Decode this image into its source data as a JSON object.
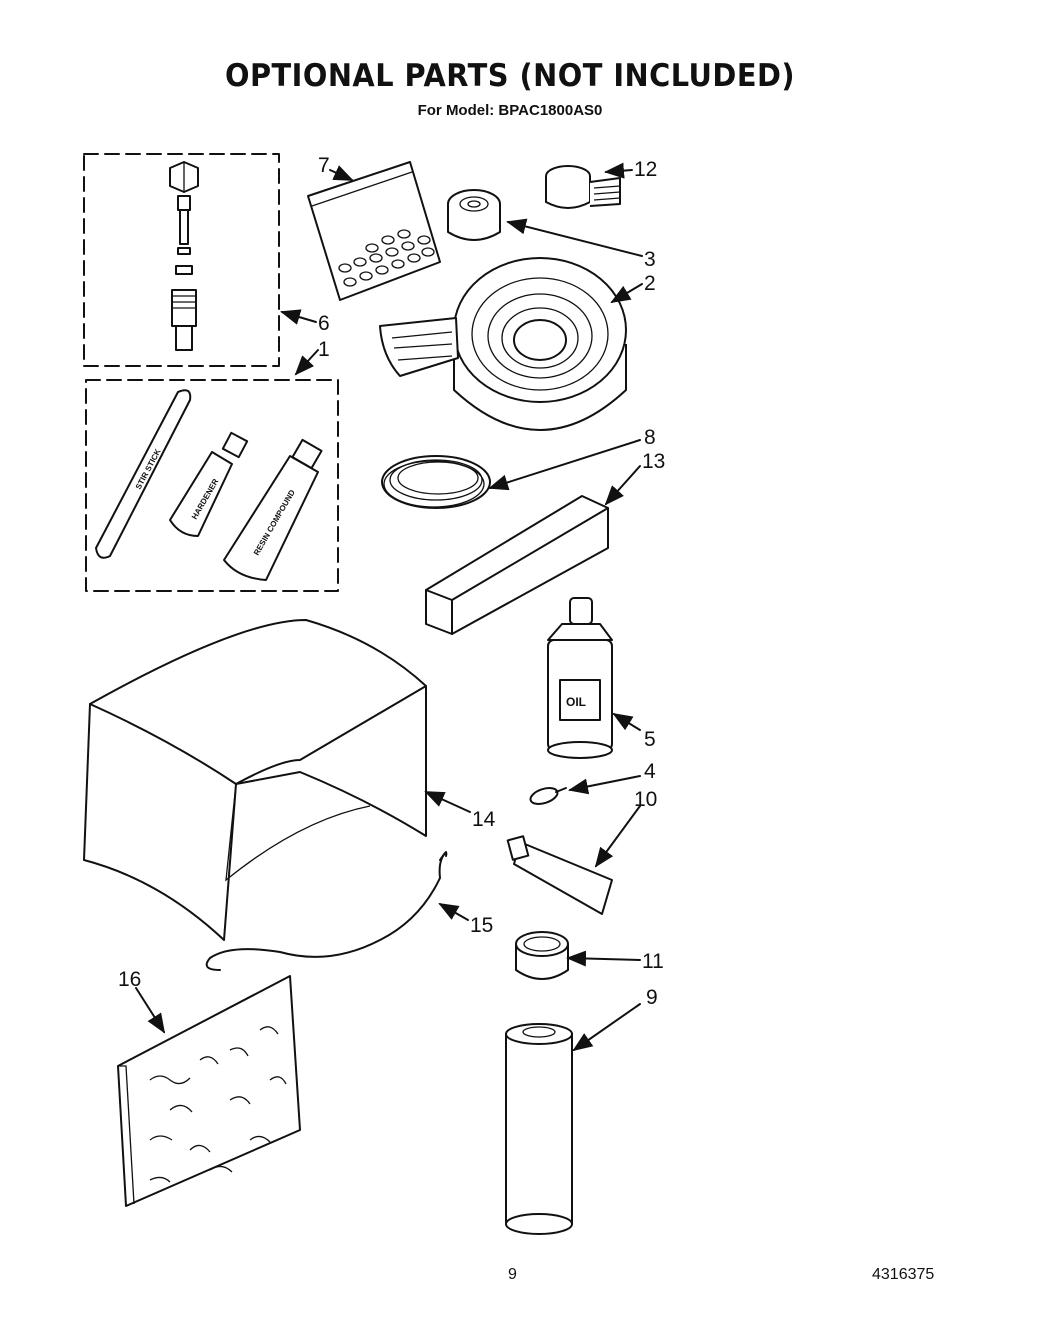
{
  "header": {
    "title": "OPTIONAL PARTS (NOT INCLUDED)",
    "model_line": "For Model: BPAC1800AS0"
  },
  "callouts": [
    "7",
    "12",
    "3",
    "2",
    "6",
    "1",
    "8",
    "13",
    "5",
    "4",
    "10",
    "14",
    "15",
    "11",
    "9",
    "16"
  ],
  "item_labels": {
    "stir_stick": "STIR STICK",
    "hardener": "HARDENER",
    "resin": "RESIN COMPOUND",
    "oil": "OIL"
  },
  "footer": {
    "page_number": "9",
    "doc_number": "4316375"
  }
}
